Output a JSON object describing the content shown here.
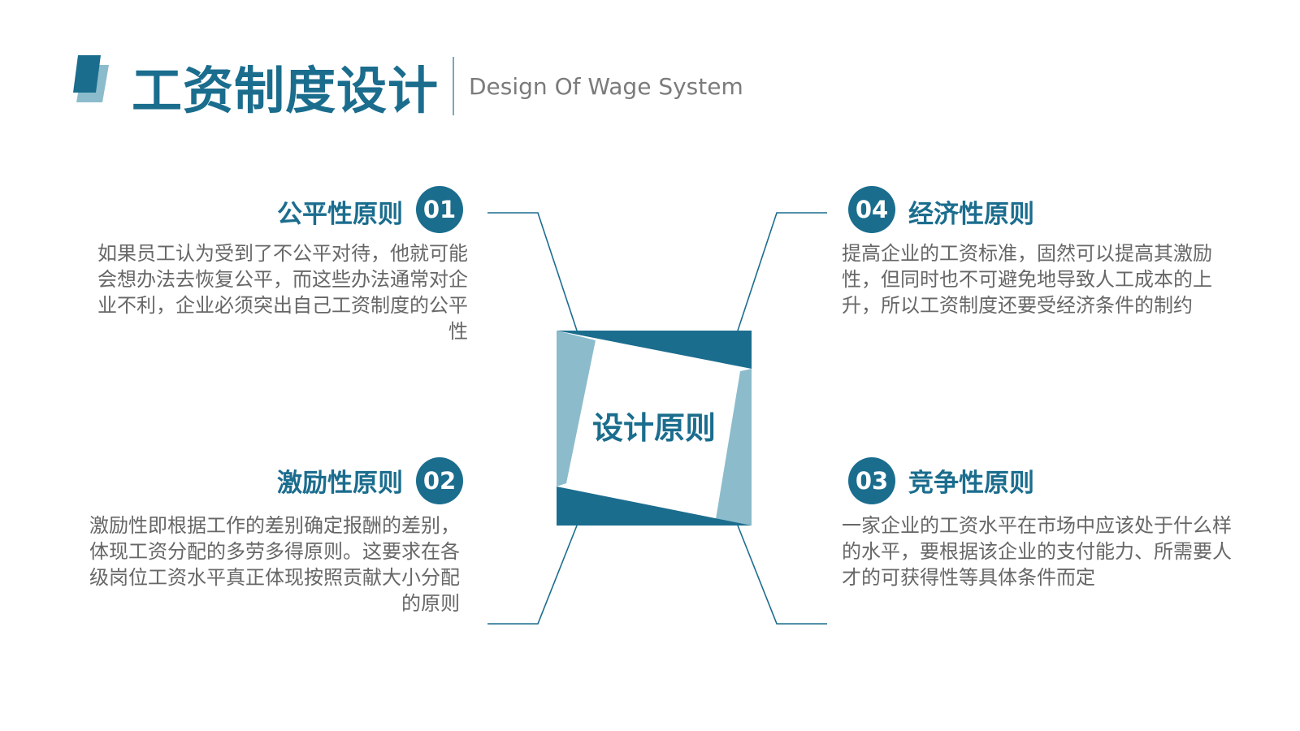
{
  "header": {
    "title": "工资制度设计",
    "subtitle": "Design Of Wage System"
  },
  "center": {
    "label": "设计原则"
  },
  "principles": {
    "p01": {
      "number": "01",
      "title": "公平性原则",
      "text": "如果员工认为受到了不公平对待，他就可能会想办法去恢复公平，而这些办法通常对企业不利，企业必须突出自己工资制度的公平性"
    },
    "p02": {
      "number": "02",
      "title": "激励性原则",
      "text": "激励性即根据工作的差别确定报酬的差别，体现工资分配的多劳多得原则。这要求在各级岗位工资水平真正体现按照贡献大小分配的原则"
    },
    "p03": {
      "number": "03",
      "title": "竞争性原则",
      "text": "一家企业的工资水平在市场中应该处于什么样的水平，要根据该企业的支付能力、所需要人才的可获得性等具体条件而定"
    },
    "p04": {
      "number": "04",
      "title": "经济性原则",
      "text": "提高企业的工资标准，固然可以提高其激励性，但同时也不可避免地导致人工成本的上升，所以工资制度还要受经济条件的制约"
    }
  },
  "colors": {
    "primary": "#1b6d8e",
    "light": "#8cbccc",
    "text": "#676767",
    "subtitle": "#7b7b7b"
  }
}
